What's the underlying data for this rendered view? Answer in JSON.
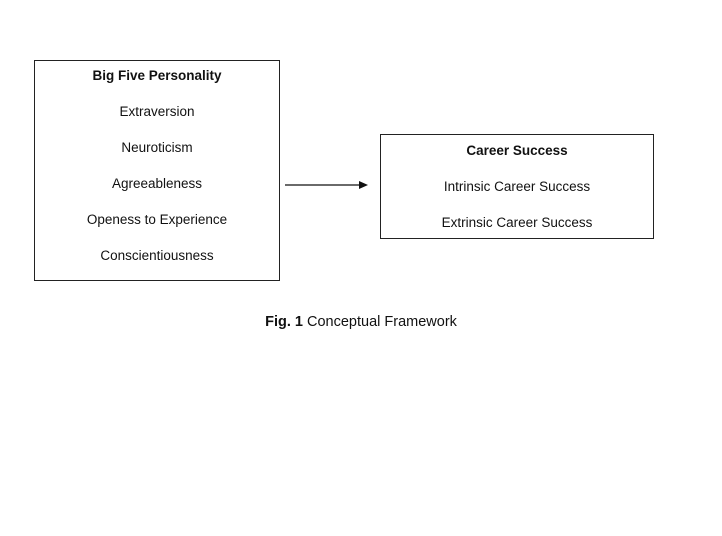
{
  "left_box": {
    "title": "Big Five Personality",
    "items": [
      "Extraversion",
      "Neuroticism",
      "Agreeableness",
      "Openess to Experience",
      "Conscientiousness"
    ]
  },
  "right_box": {
    "title": "Career Success",
    "items": [
      "Intrinsic Career Success",
      "Extrinsic Career Success"
    ]
  },
  "caption": {
    "label": "Fig. 1",
    "text": "Conceptual Framework"
  },
  "colors": {
    "border": "#222222",
    "text": "#111111",
    "background": "#ffffff"
  }
}
